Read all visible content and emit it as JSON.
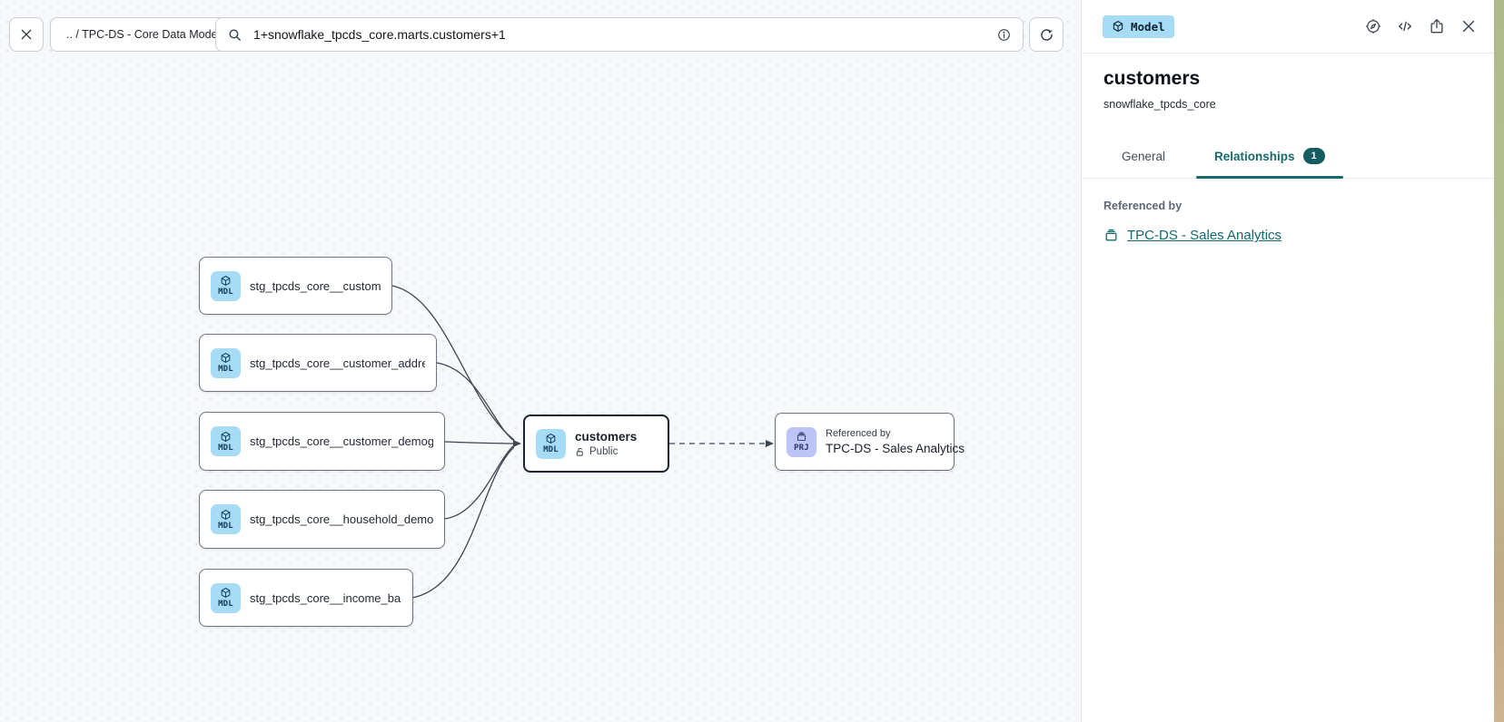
{
  "toolbar": {
    "breadcrumb": ".. / TPC-DS - Core Data Models",
    "search_value": "1+snowflake_tpcds_core.marts.customers+1"
  },
  "canvas": {
    "nodes": [
      {
        "badge": "MDL",
        "label": "stg_tpcds_core__customer"
      },
      {
        "badge": "MDL",
        "label": "stg_tpcds_core__customer_address"
      },
      {
        "badge": "MDL",
        "label": "stg_tpcds_core__customer_demogra..."
      },
      {
        "badge": "MDL",
        "label": "stg_tpcds_core__household_demogr..."
      },
      {
        "badge": "MDL",
        "label": "stg_tpcds_core__income_band"
      },
      {
        "badge": "MDL",
        "label": "customers",
        "visibility": "Public",
        "selected": true
      },
      {
        "badge": "PRJ",
        "overline": "Referenced by",
        "label": "TPC-DS - Sales Analytics"
      }
    ],
    "edges": [
      {
        "from": "stg_tpcds_core__customer",
        "to": "customers",
        "style": "solid"
      },
      {
        "from": "stg_tpcds_core__customer_address",
        "to": "customers",
        "style": "solid"
      },
      {
        "from": "stg_tpcds_core__customer_demogra...",
        "to": "customers",
        "style": "solid"
      },
      {
        "from": "stg_tpcds_core__household_demogr...",
        "to": "customers",
        "style": "solid"
      },
      {
        "from": "stg_tpcds_core__income_band",
        "to": "customers",
        "style": "solid"
      },
      {
        "from": "customers",
        "to": "TPC-DS - Sales Analytics",
        "style": "dashed"
      }
    ]
  },
  "panel": {
    "type_badge": "Model",
    "title": "customers",
    "subtitle": "snowflake_tpcds_core",
    "tabs": [
      {
        "label": "General",
        "active": false
      },
      {
        "label": "Relationships",
        "count": "1",
        "active": true
      }
    ],
    "section_label": "Referenced by",
    "reference_link": "TPC-DS - Sales Analytics"
  },
  "colors": {
    "accent_teal": "#16696d",
    "count_pill_bg": "#135c61",
    "model_badge_bg": "#a6dcf6",
    "model_badge_text": "#123a54",
    "prj_badge_bg": "#bdc5f6",
    "edge": "#3e4653",
    "canvas_bg": "#f7f8fa",
    "canvas_dot": "#d8dade",
    "node_border": "#6f7683",
    "selected_node_border": "#1b2430"
  }
}
